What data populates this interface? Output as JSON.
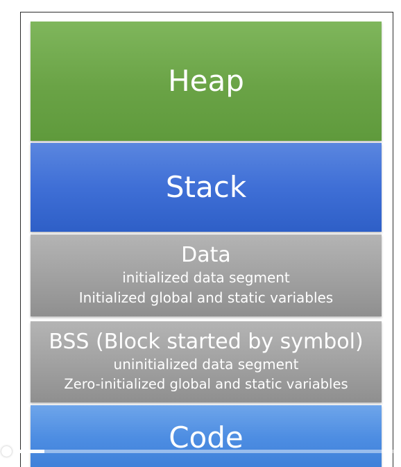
{
  "diagram": {
    "heap": {
      "label": "Heap",
      "color": "#6aa346"
    },
    "stack": {
      "label": "Stack",
      "color": "#3f6fd6"
    },
    "data": {
      "label": "Data",
      "line1": "initialized data segment",
      "line2": "Initialized global and static variables",
      "color": "#a0a0a0"
    },
    "bss": {
      "label": "BSS (Block started by symbol)",
      "line1": "uninitialized data segment",
      "line2": "Zero-initialized global and static variables",
      "color": "#a0a0a0"
    },
    "code": {
      "label": "Code",
      "color": "#4d8de2"
    }
  },
  "video": {
    "progress": 0.11
  }
}
